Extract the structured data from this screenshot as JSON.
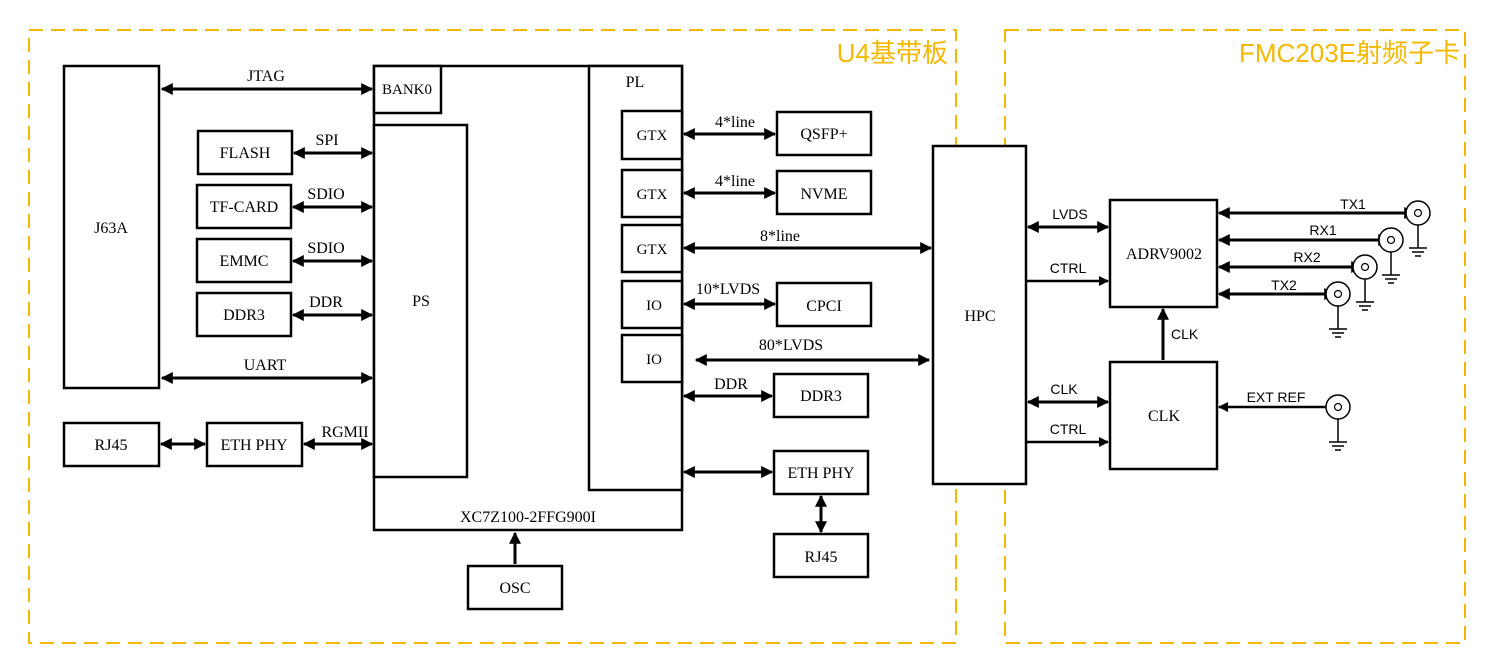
{
  "regions": {
    "baseband": {
      "title": "U4基带板",
      "color": "#f5b800"
    },
    "rf_card": {
      "title": "FMC203E射频子卡",
      "color": "#f5b800"
    }
  },
  "blocks": {
    "j63a": "J63A",
    "flash": "FLASH",
    "tf_card": "TF-CARD",
    "emmc": "EMMC",
    "ddr3_ps": "DDR3",
    "rj45_left": "RJ45",
    "eth_phy_left": "ETH PHY",
    "bank0": "BANK0",
    "ps": "PS",
    "pl": "PL",
    "fpga": "XC7Z100-2FFG900I",
    "gtx1": "GTX",
    "gtx2": "GTX",
    "gtx3": "GTX",
    "io1": "IO",
    "io2": "IO",
    "qsfp": "QSFP+",
    "nvme": "NVME",
    "cpci": "CPCI",
    "ddr3_pl": "DDR3",
    "eth_phy_right": "ETH PHY",
    "rj45_right": "RJ45",
    "osc": "OSC",
    "hpc": "HPC",
    "adrv": "ADRV9002",
    "clk": "CLK"
  },
  "links": {
    "jtag": "JTAG",
    "spi": "SPI",
    "sdio1": "SDIO",
    "sdio2": "SDIO",
    "ddr_ps": "DDR",
    "uart": "UART",
    "rgmii": "RGMII",
    "gtx_qsfp": "4*line",
    "gtx_nvme": "4*line",
    "gtx_hpc": "8*line",
    "io_cpci": "10*LVDS",
    "io_hpc": "80*LVDS",
    "ddr_pl": "DDR",
    "hpc_adrv_lvds": "LVDS",
    "hpc_adrv_ctrl": "CTRL",
    "hpc_clk_clk": "CLK",
    "hpc_clk_ctrl": "CTRL",
    "clk_adrv": "CLK",
    "tx1": "TX1",
    "rx1": "RX1",
    "rx2": "RX2",
    "tx2": "TX2",
    "ext_ref": "EXT REF"
  }
}
